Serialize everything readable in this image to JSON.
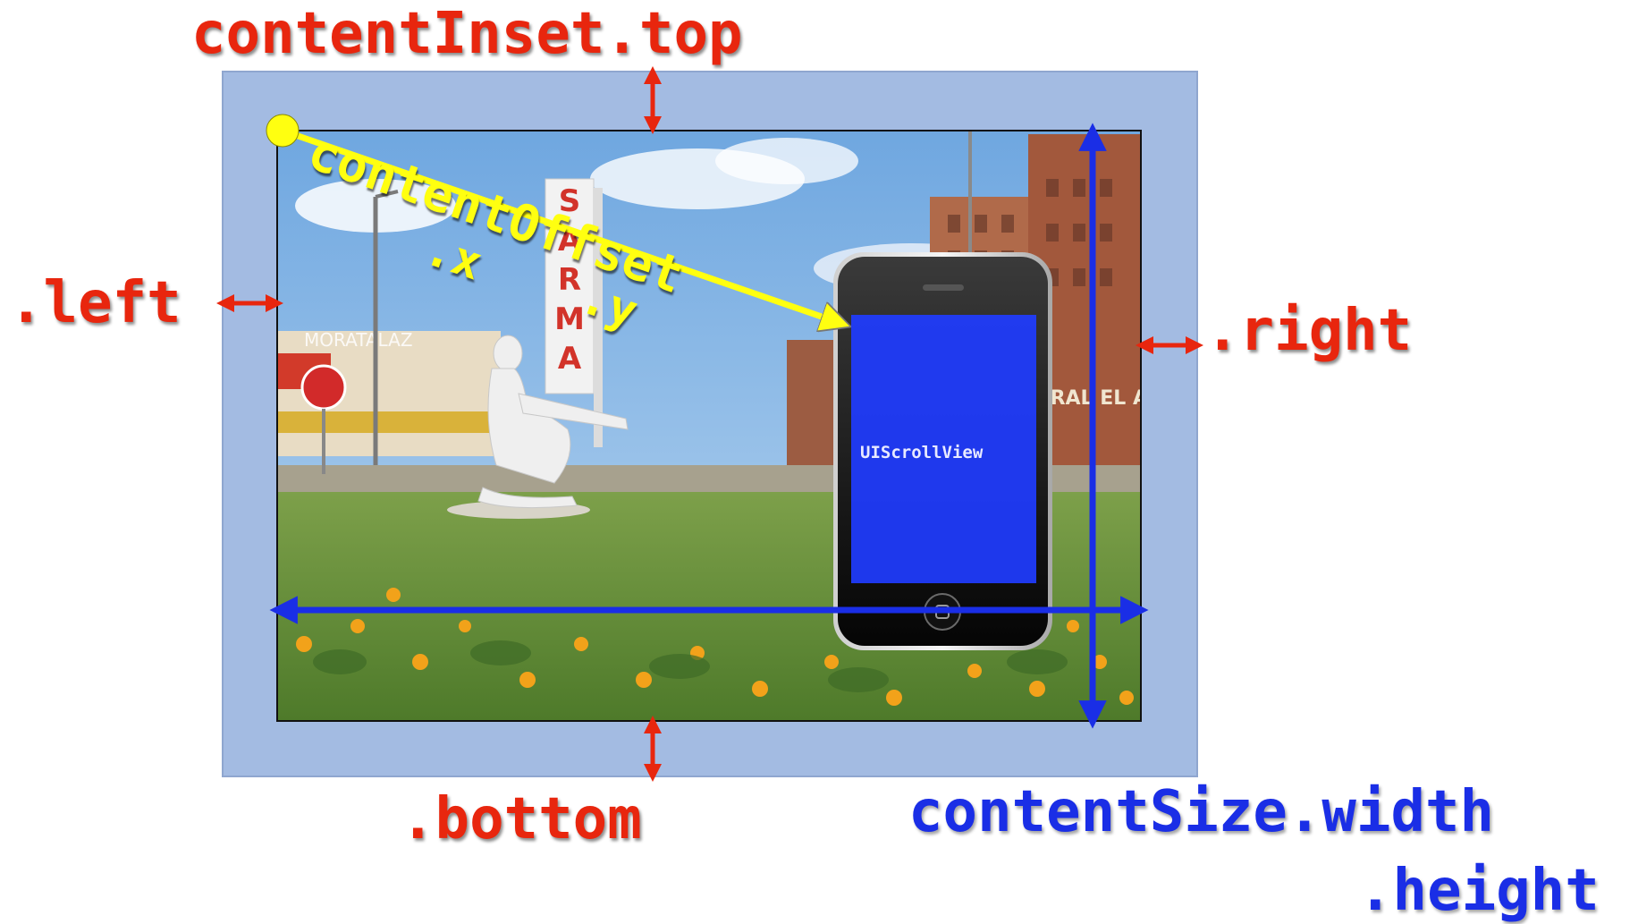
{
  "labels": {
    "inset_top": "contentInset.top",
    "inset_left": ".left",
    "inset_right": ".right",
    "inset_bottom": ".bottom",
    "content_offset": "contentOffset",
    "offset_x": ".x",
    "offset_y": ".y",
    "content_size_width": "contentSize.width",
    "content_size_height": ".height",
    "scroll_view": "UIScrollView"
  },
  "photo_signage": {
    "tower_letters": [
      "S",
      "A",
      "R",
      "M",
      "A"
    ],
    "building_sign": "MORATALAZ",
    "center_sign": "CENTRAL EL A"
  },
  "colors": {
    "inset_label": "#e8260e",
    "size_label": "#1a2ee6",
    "offset_label": "#ffff10",
    "inset_area": "#a3bbe2",
    "scroll_view_overlay": "#1f3cff"
  }
}
